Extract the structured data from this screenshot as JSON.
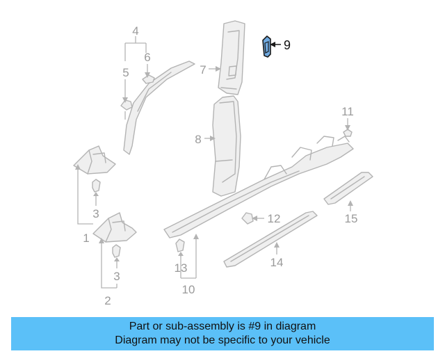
{
  "diagram": {
    "callouts": {
      "c1": "1",
      "c2": "2",
      "c3a": "3",
      "c3b": "3",
      "c4": "4",
      "c5": "5",
      "c6": "6",
      "c7": "7",
      "c8": "8",
      "c9": "9",
      "c10": "10",
      "c11": "11",
      "c12": "12",
      "c13": "13",
      "c14": "14",
      "c15": "15"
    },
    "highlighted_part": "9",
    "colors": {
      "highlight_fill": "#6fa9e0",
      "line": "#b3b3b3",
      "banner": "#5bc0f8"
    }
  },
  "banner": {
    "line1": "Part or sub-assembly is #9 in diagram",
    "line2": "Diagram may not be specific to your vehicle"
  }
}
